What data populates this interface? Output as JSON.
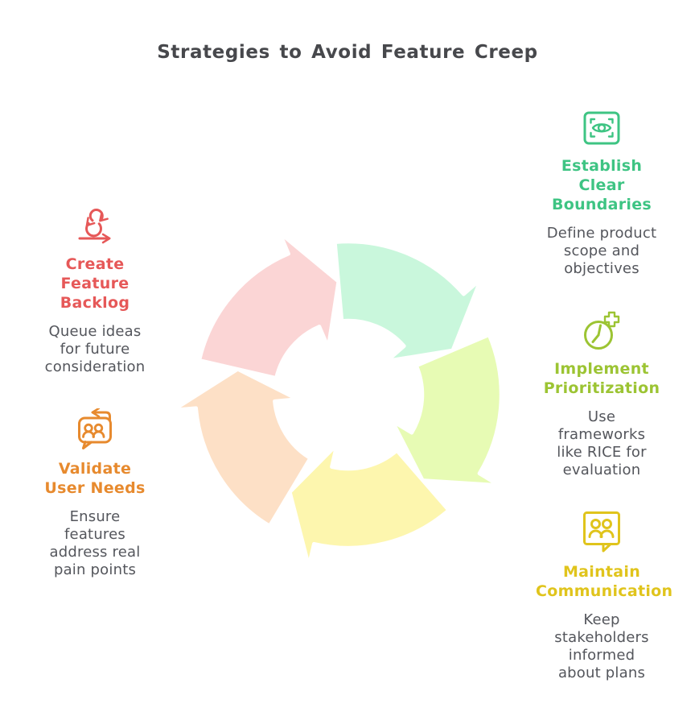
{
  "title": "Strategies to Avoid Feature Creep",
  "text_colors": {
    "heading": "#47484c",
    "body": "#54565c"
  },
  "cycle": {
    "kind": "five-step circular arrow cycle, clockwise",
    "segments": [
      {
        "name": "top-right-arrow",
        "color": "#c9f7dc"
      },
      {
        "name": "right-arrow",
        "color": "#e7fbb4"
      },
      {
        "name": "bottom-arrow",
        "color": "#fdf6ae"
      },
      {
        "name": "left-arrow",
        "color": "#fde0c6"
      },
      {
        "name": "top-left-arrow",
        "color": "#fbd5d5"
      }
    ]
  },
  "items": [
    {
      "id": "establish-clear-boundaries",
      "icon": "eye-scan-icon",
      "title": "Establish\nClear\nBoundaries",
      "description": "Define product\nscope and\nobjectives",
      "accent_color": "#3ec483"
    },
    {
      "id": "implement-prioritization",
      "icon": "clock-plus-icon",
      "title": "Implement\nPrioritization",
      "description": "Use\nframeworks\nlike RICE for\nevaluation",
      "accent_color": "#9cc433"
    },
    {
      "id": "maintain-communication",
      "icon": "chat-users-icon",
      "title": "Maintain\nCommunication",
      "description": "Keep\nstakeholders\ninformed\nabout plans",
      "accent_color": "#e0c41c"
    },
    {
      "id": "create-feature-backlog",
      "icon": "sprint-loop-icon",
      "title": "Create\nFeature\nBacklog",
      "description": "Queue ideas\nfor future\nconsideration",
      "accent_color": "#e65858"
    },
    {
      "id": "validate-user-needs",
      "icon": "feedback-bubble-icon",
      "title": "Validate\nUser Needs",
      "description": "Ensure\nfeatures\naddress real\npain points",
      "accent_color": "#e78a2e"
    }
  ]
}
